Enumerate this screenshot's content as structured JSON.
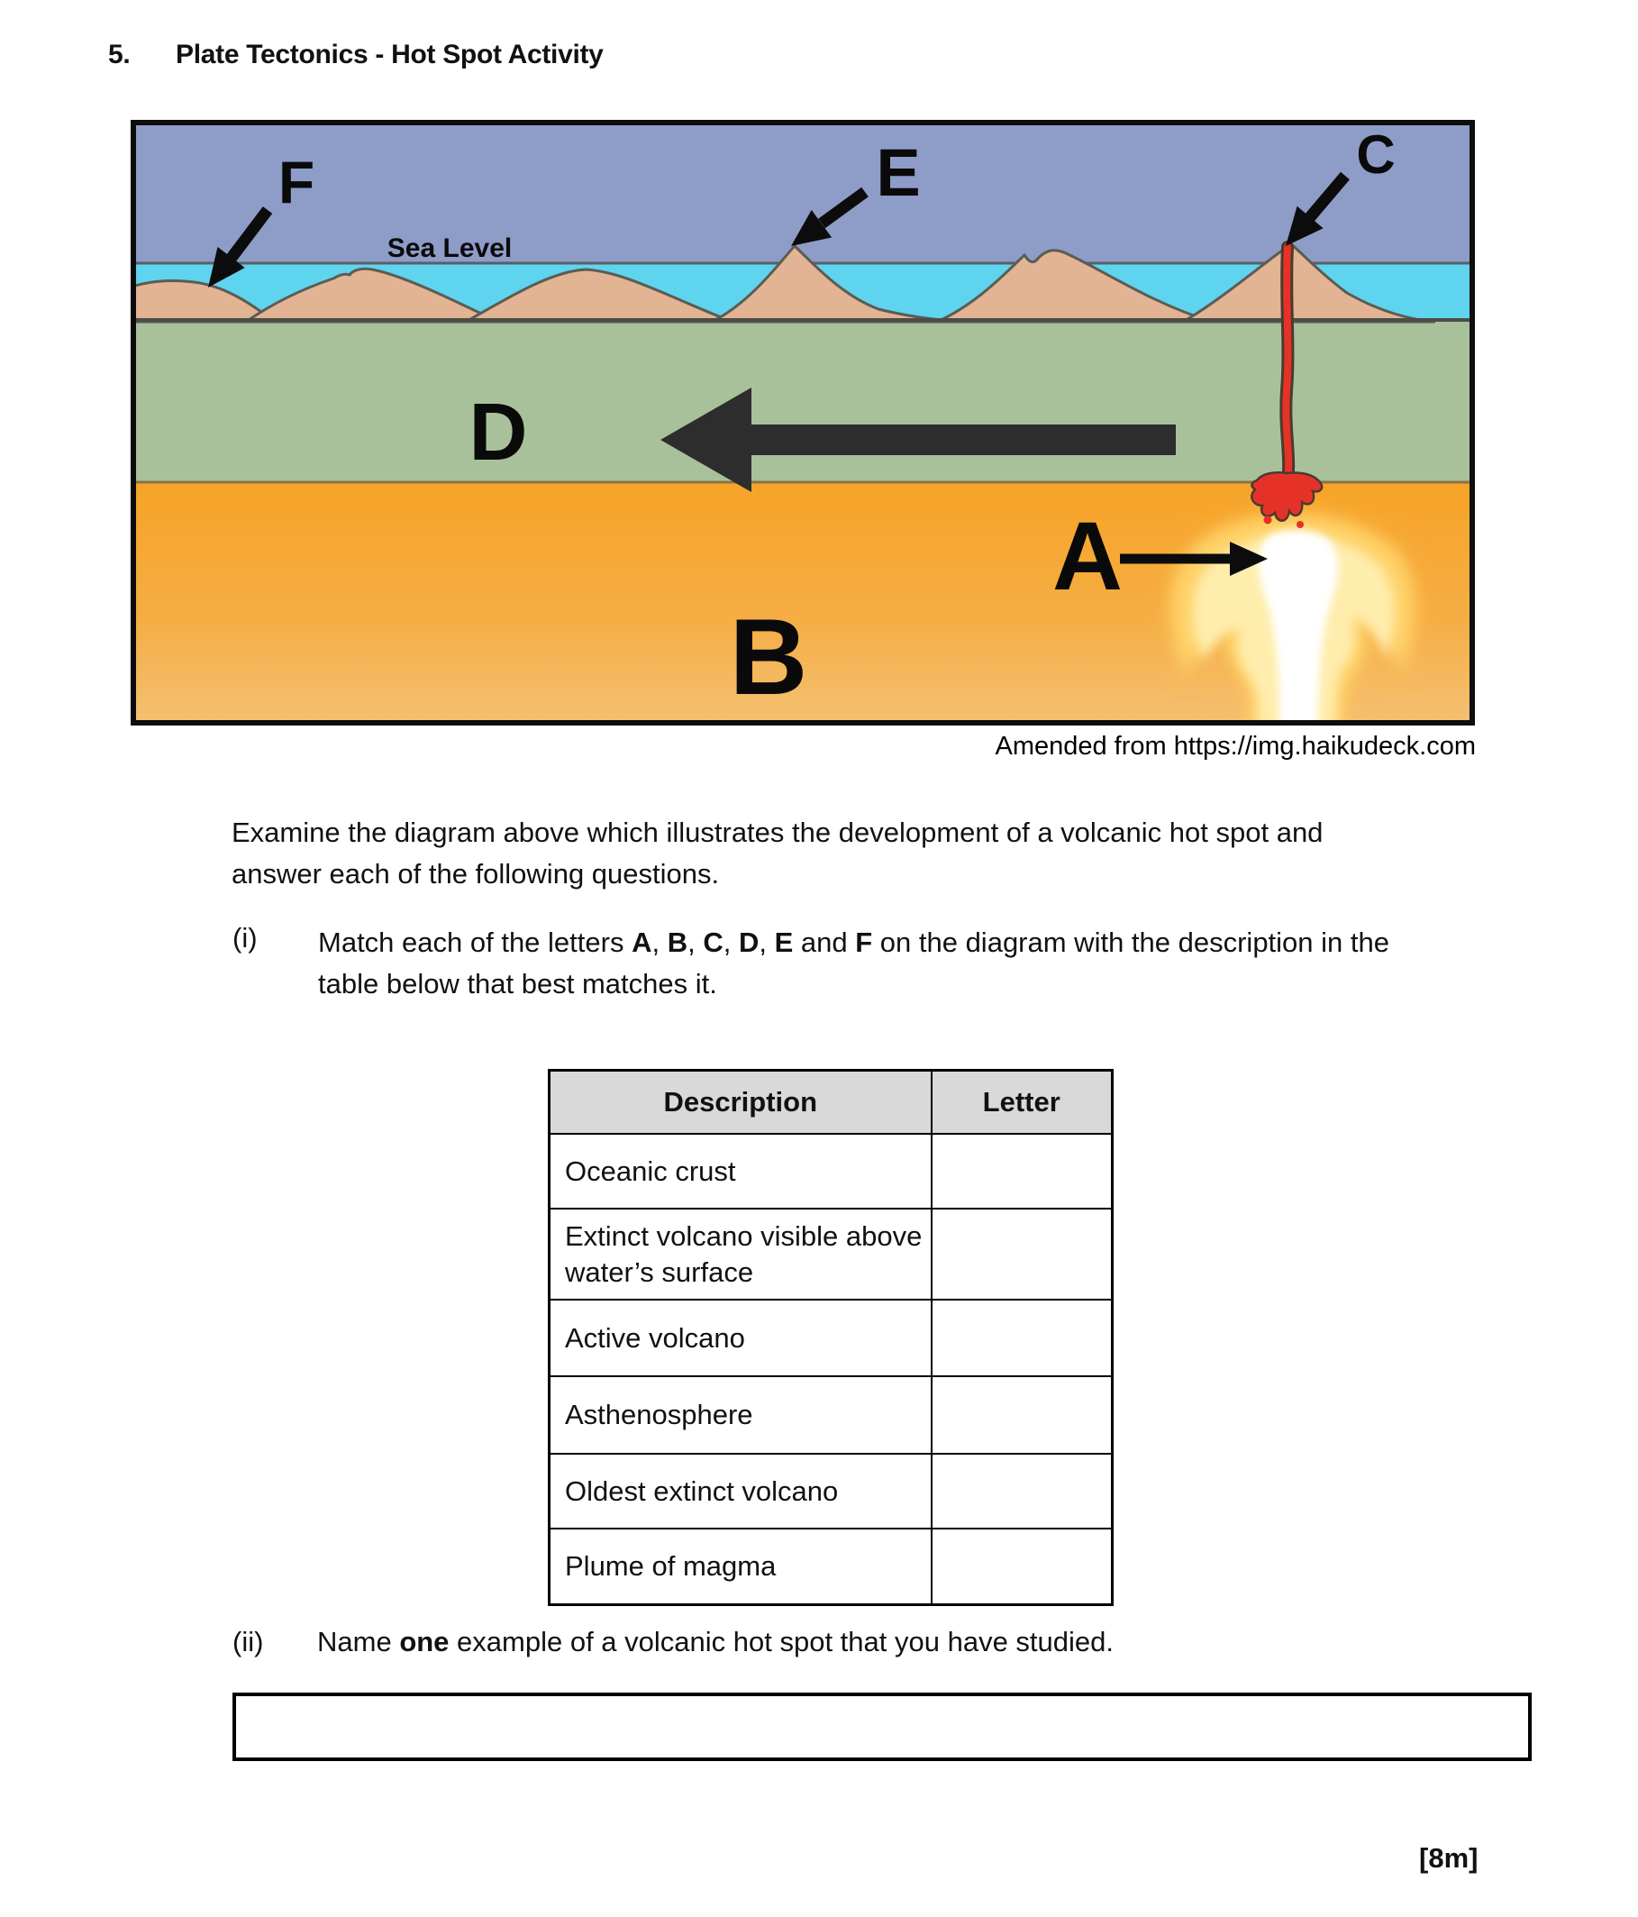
{
  "title": {
    "number": "5.",
    "text": "Plate Tectonics - Hot Spot Activity"
  },
  "diagram": {
    "sea_level_label": "Sea Level",
    "letters": {
      "A": "A",
      "B": "B",
      "C": "C",
      "D": "D",
      "E": "E",
      "F": "F"
    },
    "attribution": "Amended from https://img.haikudeck.com",
    "colors": {
      "sky": "#8e9cc8",
      "water": "#5fd4ee",
      "island": "#e2b493",
      "island_outline": "#5b5c54",
      "crust": "#a9c19b",
      "asthenosphere_top": "#f6a427",
      "asthenosphere_bottom": "#f4c173",
      "magma_conduit": "#e63129",
      "plume_glow": "#ffd46a",
      "plume_core": "#ffffff",
      "arrow_black": "#2d2d2d"
    }
  },
  "intro": {
    "lines": [
      "Examine the diagram above which illustrates the development of a volcanic hot spot and",
      "answer each of the following questions."
    ]
  },
  "question_i": {
    "label": "(i)",
    "line1": [
      {
        "t": "Match each of the letters ",
        "b": 0
      },
      {
        "t": "A",
        "b": 1
      },
      {
        "t": ", ",
        "b": 0
      },
      {
        "t": "B",
        "b": 1
      },
      {
        "t": ", ",
        "b": 0
      },
      {
        "t": "C",
        "b": 1
      },
      {
        "t": ", ",
        "b": 0
      },
      {
        "t": "D",
        "b": 1
      },
      {
        "t": ", ",
        "b": 0
      },
      {
        "t": "E",
        "b": 1
      },
      {
        "t": " and ",
        "b": 0
      },
      {
        "t": "F",
        "b": 1
      },
      {
        "t": " on the diagram with the description in the",
        "b": 0
      }
    ],
    "line2": "table below that best matches it."
  },
  "table": {
    "headers": [
      "Description",
      "Letter"
    ],
    "rows": [
      "Oceanic crust",
      "Extinct volcano visible above water’s surface",
      "Active volcano",
      "Asthenosphere",
      "Oldest extinct volcano",
      "Plume of magma"
    ]
  },
  "question_ii": {
    "label": "(ii)",
    "segments": [
      {
        "t": "Name ",
        "b": 0
      },
      {
        "t": "one",
        "b": 1
      },
      {
        "t": " example of a volcanic hot spot that you have studied.",
        "b": 0
      }
    ]
  },
  "answer_box": {
    "value": ""
  },
  "marks": "[8m]"
}
